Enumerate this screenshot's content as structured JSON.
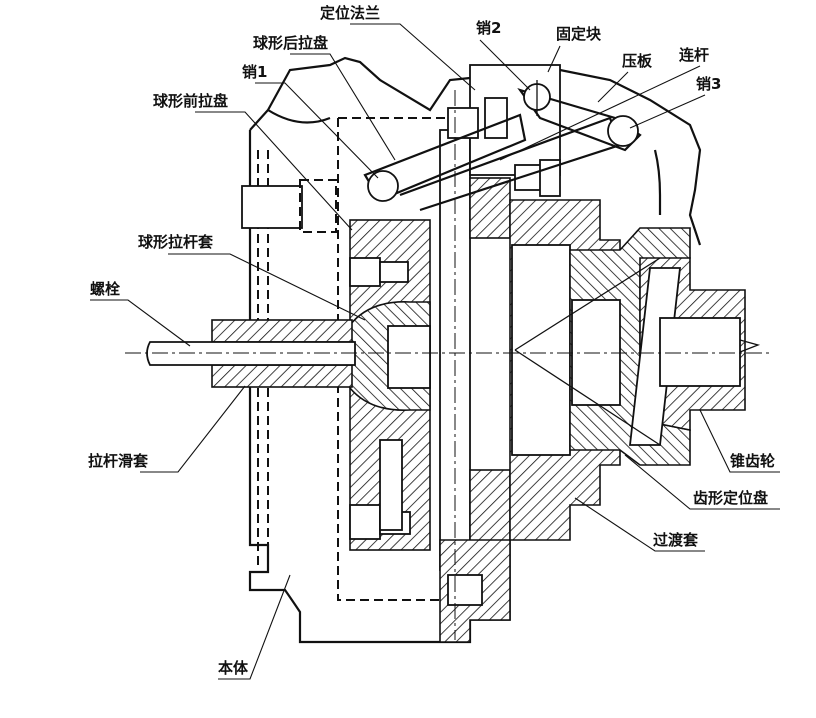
{
  "labels": {
    "locating_flange": "定位法兰",
    "pin2": "销2",
    "fixed_block": "固定块",
    "ball_rear_pull_disc": "球形后拉盘",
    "pressure_plate": "压板",
    "connecting_rod": "连杆",
    "pin1": "销1",
    "pin3": "销3",
    "ball_front_pull_disc": "球形前拉盘",
    "ball_pull_rod_sleeve": "球形拉杆套",
    "bolt": "螺栓",
    "pull_rod_sliding_sleeve": "拉杆滑套",
    "bevel_gear": "锥齿轮",
    "toothed_locating_disc": "齿形定位盘",
    "transition_sleeve": "过渡套",
    "body": "本体"
  }
}
